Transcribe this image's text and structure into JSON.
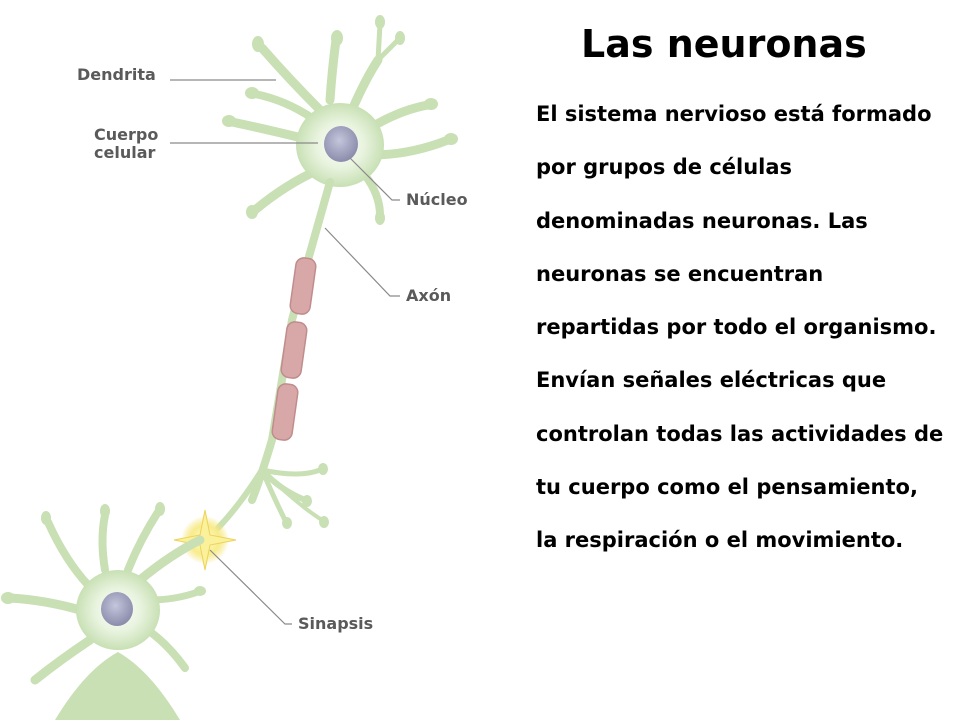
{
  "title": "Las neuronas",
  "body": "El sistema nervioso está formado por grupos de células denominadas neuronas. Las neuronas se encuentran repartidas por todo el organismo. Envían señales eléctricas que controlan todas las actividades de tu cuerpo como el pensamiento, la respiración o el movimiento.",
  "labels": {
    "dendrite": "Dendrita",
    "cell_body_line1": "Cuerpo",
    "cell_body_line2": "celular",
    "nucleus": "Núcleo",
    "axon": "Axón",
    "synapse": "Sinapsis"
  },
  "colors": {
    "neuron_fill": "#c8e0b4",
    "neuron_stroke": "#a8c994",
    "nucleus_fill": "#9a9cb8",
    "myelin_fill": "#d8a8a8",
    "synapse_glow": "#f5e06a",
    "leader_line": "#8a8a8a"
  }
}
